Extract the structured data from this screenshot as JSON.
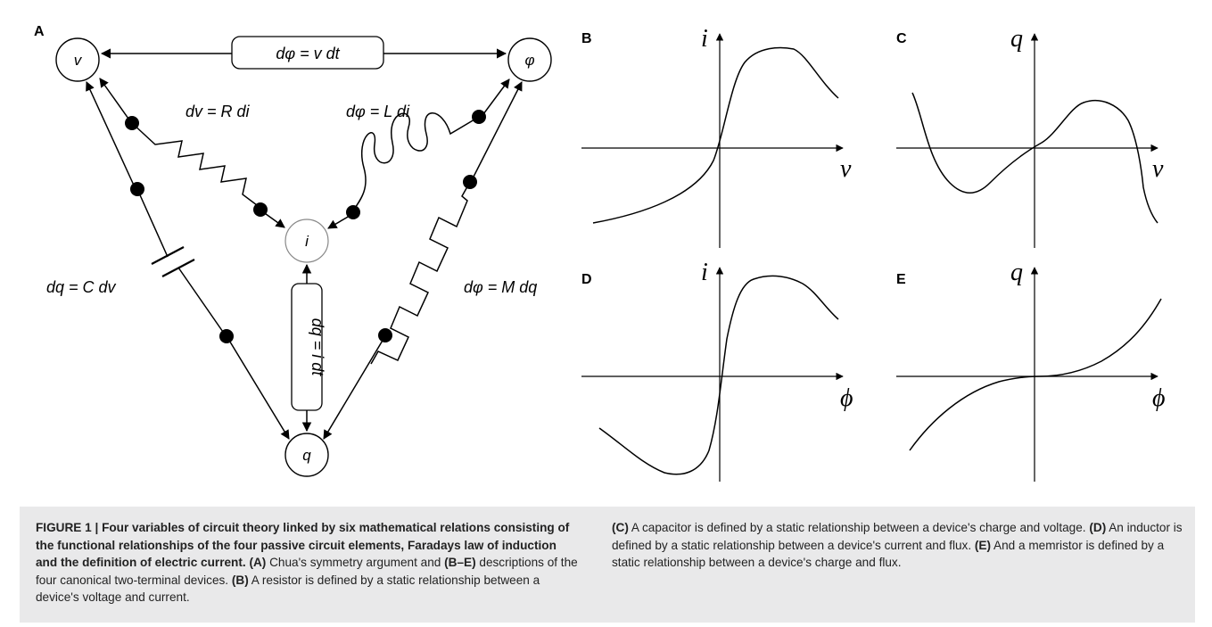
{
  "panels": {
    "A": {
      "letter": "A",
      "nodes": {
        "v": "v",
        "phi": "φ",
        "i": "i",
        "q": "q"
      },
      "relations": {
        "top": "dφ = v dt",
        "resistor": "dv = R di",
        "inductor": "dφ = L di",
        "capacitor": "dq = C dv",
        "memristor": "dφ = M dq",
        "current": "dq = i dt"
      }
    },
    "B": {
      "letter": "B",
      "y_axis": "i",
      "x_axis": "v"
    },
    "C": {
      "letter": "C",
      "y_axis": "q",
      "x_axis": "v"
    },
    "D": {
      "letter": "D",
      "y_axis": "i",
      "x_axis": "ϕ"
    },
    "E": {
      "letter": "E",
      "y_axis": "q",
      "x_axis": "ϕ"
    }
  },
  "caption": {
    "label": "FIGURE 1 | ",
    "title": "Four variables of circuit theory linked by six mathematical relations consisting of the functional relationships of the four passive circuit elements, Faradays law of induction and the definition of electric current.",
    "parts": [
      {
        "tag": "(A)",
        "text": " Chua's symmetry argument and "
      },
      {
        "tag": "(B–E)",
        "text": " descriptions of the four canonical two-terminal devices. "
      },
      {
        "tag": "(B)",
        "text": " A resistor is defined by a static relationship between a device's voltage and current. "
      },
      {
        "tag": "(C)",
        "text": " A capacitor is defined by a static relationship between a device's charge and voltage. "
      },
      {
        "tag": "(D)",
        "text": " An inductor is defined by a static relationship between a device's current and flux. "
      },
      {
        "tag": "(E)",
        "text": " And a memristor is defined by a static relationship between a device's charge and flux."
      }
    ]
  }
}
